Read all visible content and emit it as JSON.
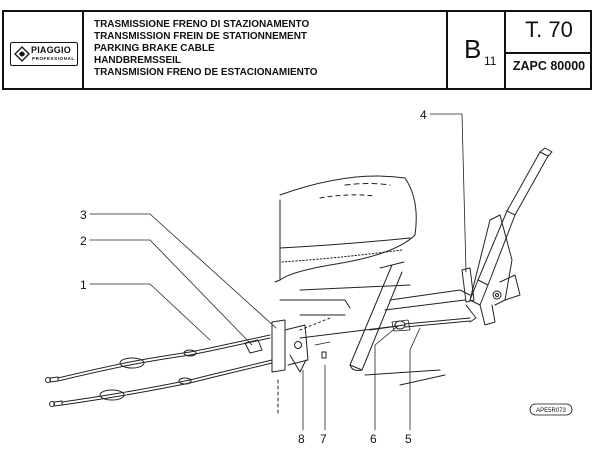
{
  "header": {
    "logo": {
      "brand": "PIAGGIO",
      "subline": "PROFESSIONAL"
    },
    "titles": [
      "TRASMISSIONE FRENO DI STAZIONAMENTO",
      "TRANSMISSION FREIN DE STATIONNEMENT",
      "PARKING BRAKE CABLE",
      "HANDBREMSSEIL",
      "TRANSMISION FRENO DE ESTACIONAMIENTO"
    ],
    "section": {
      "letter": "B",
      "subscript": "11"
    },
    "table": "T. 70",
    "model": "ZAPC 80000"
  },
  "drawing": {
    "callouts": [
      "1",
      "2",
      "3",
      "4",
      "5",
      "6",
      "7",
      "8"
    ],
    "code": "APE5R073"
  }
}
